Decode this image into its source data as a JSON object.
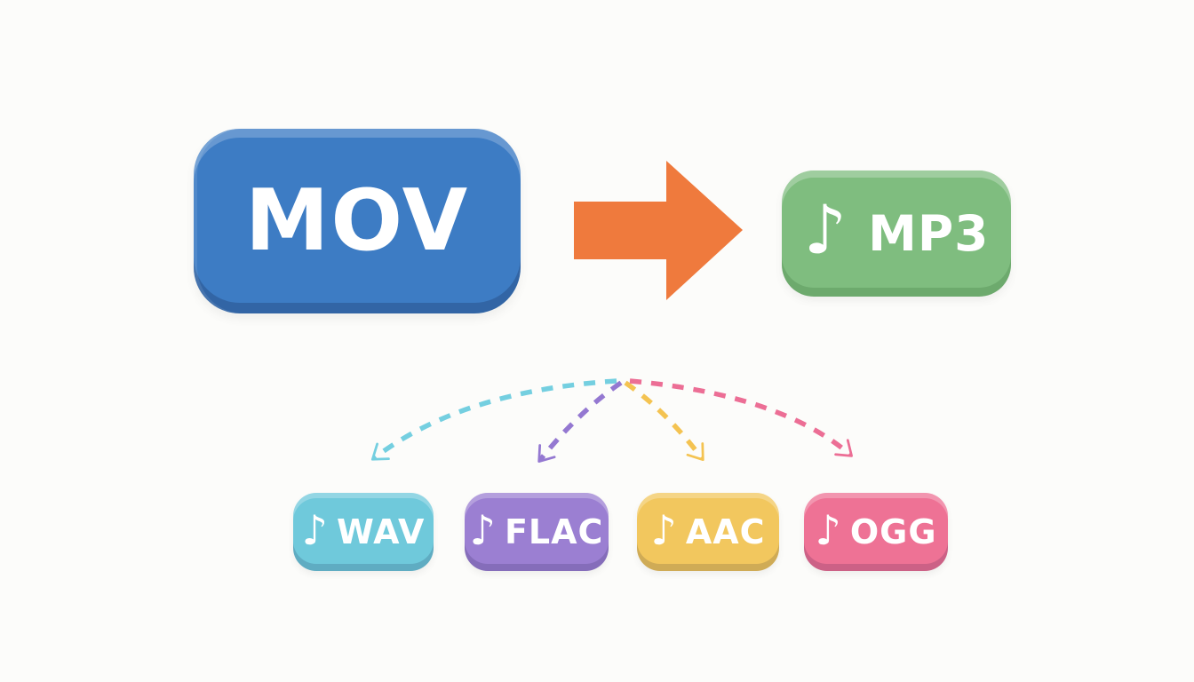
{
  "background": "#FCFCFA",
  "source_box": {
    "label": "MOV",
    "color": "#3D7CC4",
    "text_color": "#FFFFFF"
  },
  "convert_arrow": {
    "color": "#EF7A3D"
  },
  "target_box": {
    "label": "MP3",
    "note_icon": "♪",
    "color": "#7FBD7F",
    "text_color": "#FFFFFF"
  },
  "output_boxes": [
    {
      "label": "WAV",
      "note_icon": "♪",
      "color": "#6FC9DB",
      "arrow_color": "#74CFE0"
    },
    {
      "label": "FLAC",
      "note_icon": "♪",
      "color": "#9B7FD2",
      "arrow_color": "#9478D1"
    },
    {
      "label": "AAC",
      "note_icon": "♪",
      "color": "#F2C75E",
      "arrow_color": "#F4C351"
    },
    {
      "label": "OGG",
      "note_icon": "♪",
      "color": "#EE7295",
      "arrow_color": "#EC6E95"
    }
  ]
}
